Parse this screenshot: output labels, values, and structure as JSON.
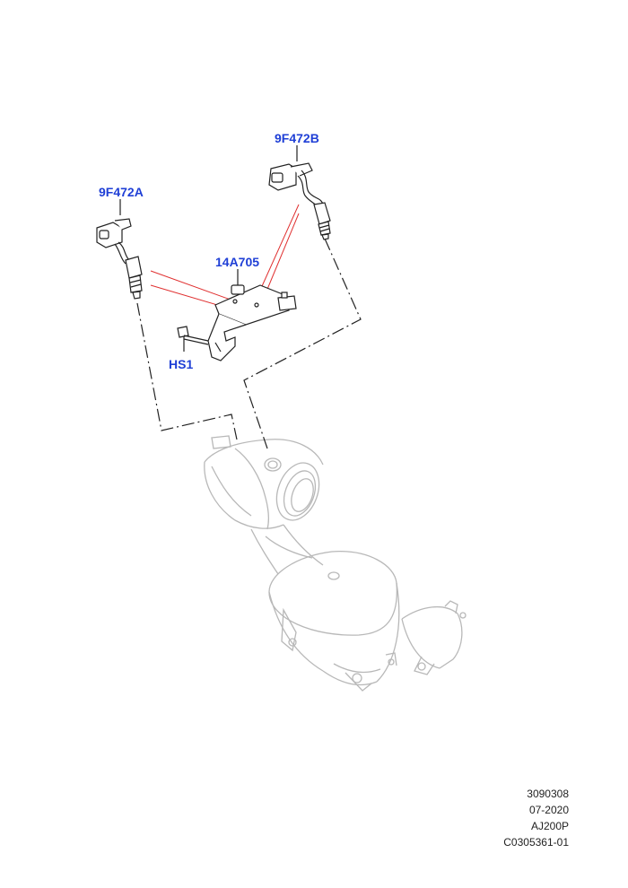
{
  "callouts": {
    "sensor_b": "9F472B",
    "sensor_a": "9F472A",
    "bracket": "14A705",
    "screw": "HS1"
  },
  "footer": {
    "line1": "3090308",
    "line2": "07-2020",
    "line3": "AJ200P",
    "line4": "C0305361-01"
  },
  "colors": {
    "callout_text": "#1f3fd6",
    "leader_red": "#e03030",
    "line_dark": "#222222",
    "ghost_part": "#b8b8b8"
  }
}
